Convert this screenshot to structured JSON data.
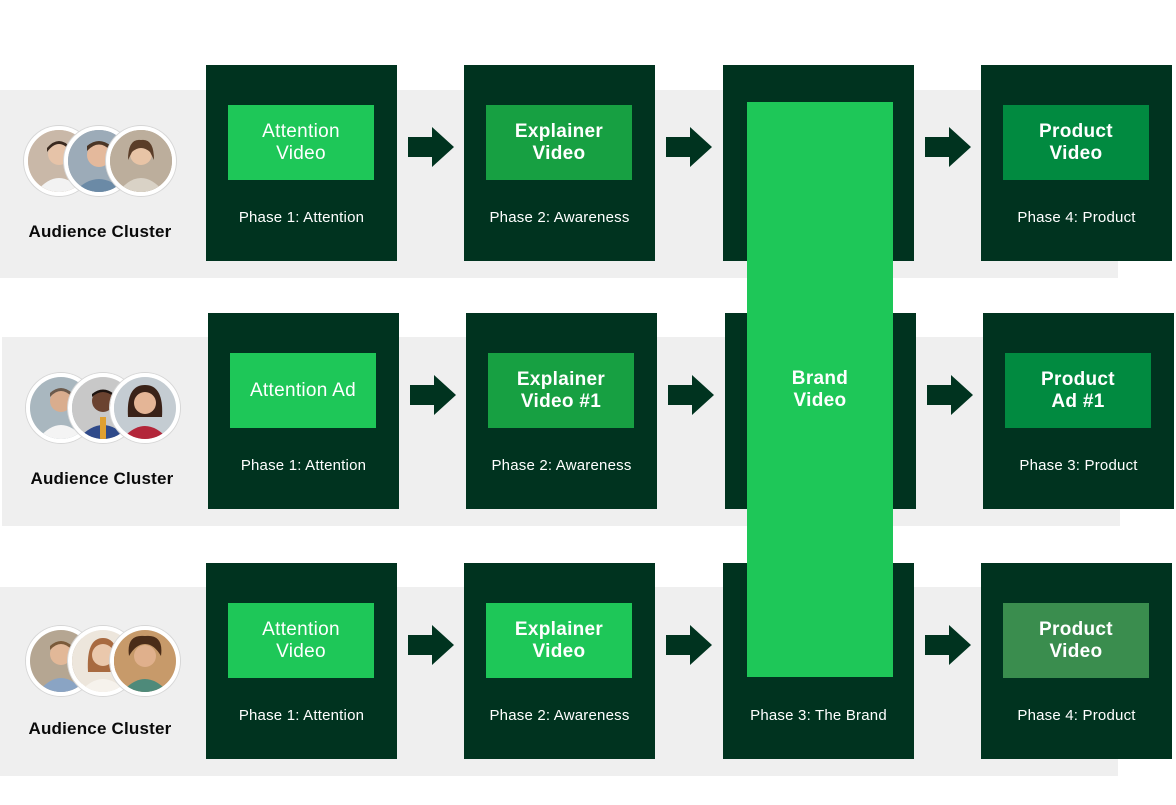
{
  "colors": {
    "dark_green": "#00331f",
    "bright_green": "#1ec758",
    "medium_green": "#17a042",
    "deep_green": "#018a40",
    "muted_green": "#3a8d4e",
    "band_gray": "#efefef"
  },
  "rows": [
    {
      "cluster_label": "Audience Cluster",
      "phases": [
        {
          "chip": "Attention\nVideo",
          "label": "Phase 1: Attention"
        },
        {
          "chip": "Explainer\nVideo",
          "label": "Phase 2: Awareness"
        },
        {
          "chip": "",
          "label": ""
        },
        {
          "chip": "Product\nVideo",
          "label": "Phase 4: Product"
        }
      ]
    },
    {
      "cluster_label": "Audience Cluster",
      "phases": [
        {
          "chip": "Attention Ad",
          "label": "Phase 1: Attention"
        },
        {
          "chip": "Explainer\nVideo #1",
          "label": "Phase 2: Awareness"
        },
        {
          "chip": "",
          "label": ""
        },
        {
          "chip": "Product\nAd #1",
          "label": "Phase 3: Product"
        }
      ]
    },
    {
      "cluster_label": "Audience Cluster",
      "phases": [
        {
          "chip": "Attention\nVideo",
          "label": "Phase 1: Attention"
        },
        {
          "chip": "Explainer\nVideo",
          "label": "Phase 2: Awareness"
        },
        {
          "chip": "",
          "label": "Phase 3: The Brand"
        },
        {
          "chip": "Product\nVideo",
          "label": "Phase 4: Product"
        }
      ]
    }
  ],
  "brand_chip": "Brand\nVideo",
  "icons": {
    "arrow": "arrow-right-icon",
    "avatar": "person-avatar-icon"
  }
}
